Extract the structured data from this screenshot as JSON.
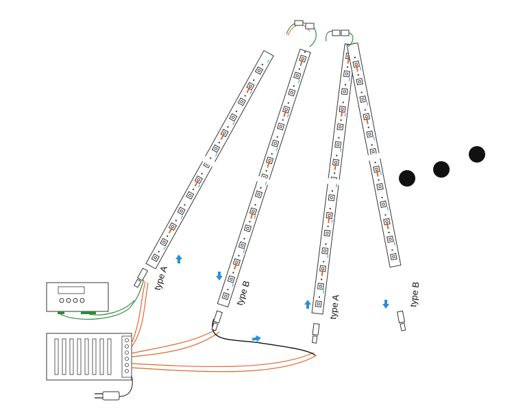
{
  "labels": {
    "strip1": "type A",
    "strip2": "type B",
    "strip3": "type A",
    "strip4": "type B"
  },
  "colors": {
    "strip_outline": "#333333",
    "arrow": "#2a8fd6",
    "wire_orange": "#e0652a",
    "wire_green": "#2e8b3a",
    "wire_black": "#111111",
    "dots": "#111111"
  },
  "icons": [
    "controller-icon",
    "power-supply-icon",
    "power-plug-icon",
    "connector-icon",
    "flow-arrow-icon",
    "ellipsis-dots"
  ]
}
